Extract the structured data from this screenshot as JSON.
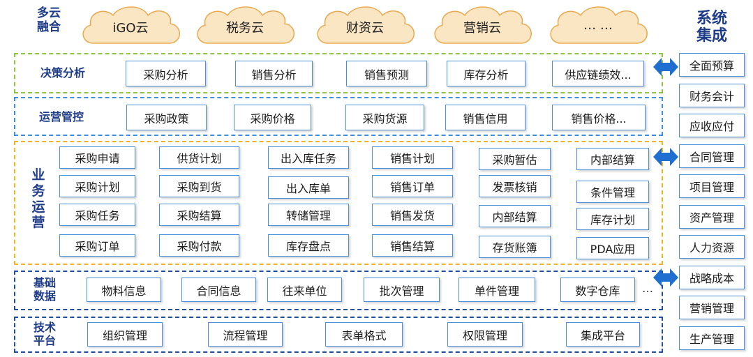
{
  "left_title": "多云\n融合",
  "right_title": "系统\n集成",
  "clouds": [
    "iGO云",
    "税务云",
    "财资云",
    "营销云",
    "… …"
  ],
  "rows": {
    "decision": {
      "label": "决策分析",
      "items": [
        "采购分析",
        "销售分析",
        "销售预测",
        "库存分析",
        "供应链绩效..."
      ]
    },
    "operation": {
      "label": "运营管控",
      "items": [
        "采购政策",
        "采购价格",
        "采购货源",
        "销售信用",
        "销售价格..."
      ]
    },
    "business": {
      "label": "业\n务\n运\n营",
      "columns": [
        [
          "采购申请",
          "采购计划",
          "采购任务",
          "采购订单"
        ],
        [
          "供货计划",
          "采购到货",
          "采购结算",
          "采购付款"
        ],
        [
          "出入库任务",
          "出入库单",
          "转储管理",
          "库存盘点"
        ],
        [
          "销售计划",
          "销售订单",
          "销售发货",
          "销售结算"
        ],
        [
          "采购暂估",
          "发票核销",
          "内部结算",
          "存货账簿"
        ],
        [
          "内部结算",
          "条件管理",
          "库存计划",
          "PDA应用"
        ]
      ]
    },
    "basic": {
      "label": "基础\n数据",
      "items": [
        "物料信息",
        "合同信息",
        "往来单位",
        "批次管理",
        "单件管理",
        "数字仓库"
      ],
      "ellipsis": "…"
    },
    "tech": {
      "label": "技术\n平台",
      "items": [
        "组织管理",
        "流程管理",
        "表单格式",
        "权限管理",
        "集成平台"
      ]
    }
  },
  "integration": [
    "全面预算",
    "财务会计",
    "应收应付",
    "合同管理",
    "项目管理",
    "资产管理",
    "人力资源",
    "战略成本",
    "营销管理",
    "生产管理"
  ],
  "colors": {
    "title": "#1f3c88",
    "blue_border": "#3f8fe0",
    "green_border": "#8cc63f",
    "orange_border": "#f0b323",
    "navy_border": "#1f4e9a",
    "arrow": "#1f6fd0",
    "cloud_fill": "#fbe6c4",
    "cloud_stroke": "#e8a94e"
  }
}
